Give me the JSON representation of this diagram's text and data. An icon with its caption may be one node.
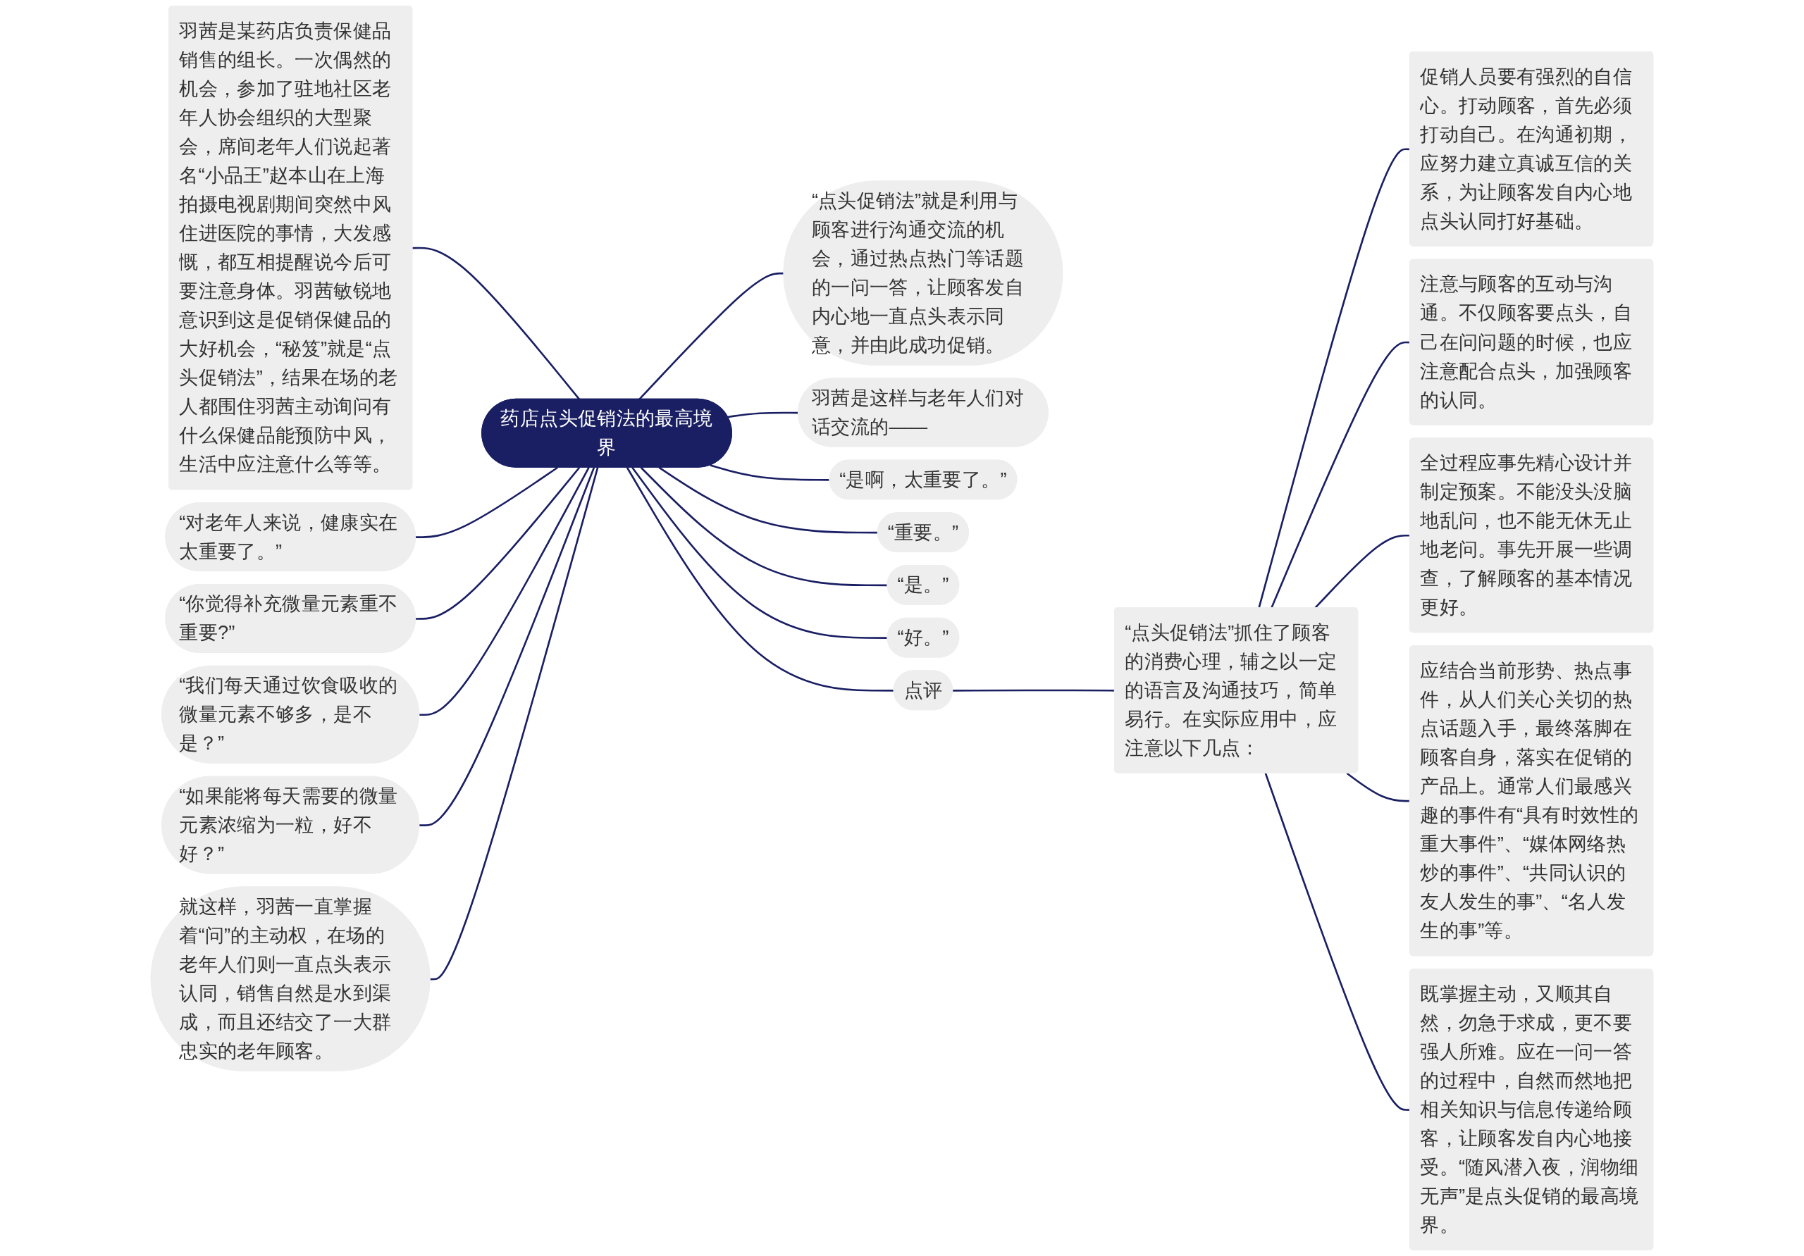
{
  "diagram": {
    "nodes": [
      {
        "text": [
          "药店点头促销法的最高境界"
        ]
      },
      {
        "text": [
          "羽茜是某药店负责保健品销售的组长。一次偶然的机会，参加了驻地社区老年人协会组织的大型聚会，席间老年人们说起著名“小品王”赵本山在上海拍摄电视剧期间突然中风住进医院的事情，大发感慨，都互相提醒说今后可要注意身体。羽茜敏锐地意识到这是促销保健品的大好机会，“秘笈”就是“点头促销法”，结果在场的老人都围住羽茜主动询问有什么保健品能预防中风，生活中应注意什么等等。"
        ]
      },
      {
        "text": [
          "“点头促销法”就是利用与顾客进行沟通交流的机会，通过热点热门等话题的一问一答，让顾客发自内心地一直点头表示同意，并由此成功促销。"
        ]
      },
      {
        "text": [
          "羽茜是这样与老年人们对话交流的——"
        ]
      },
      {
        "text": [
          "“对老年人来说，健康实在太重要了。”"
        ]
      },
      {
        "text": [
          "“是啊，太重要了。”"
        ]
      },
      {
        "text": [
          "“你觉得补充微量元素重不重要?”"
        ]
      },
      {
        "text": [
          "“重要。”"
        ]
      },
      {
        "text": [
          "“我们每天通过饮食吸收的微量元素不够多，是不是？”"
        ]
      },
      {
        "text": [
          "“是。”"
        ]
      },
      {
        "text": [
          "“如果能将每天需要的微量元素浓缩为一粒，好不好？”"
        ]
      },
      {
        "text": [
          "“好。”"
        ]
      },
      {
        "text": [
          "就这样，羽茜一直掌握着“问”的主动权，在场的老年人们则一直点头表示认同，销售自然是水到渠成，而且还结交了一大群忠实的老年顾客。"
        ]
      },
      {
        "text": [
          "点评"
        ]
      },
      {
        "text": [
          "“点头促销法”抓住了顾客的消费心理，辅之以一定的语言及沟通技巧，简单易行。在实际应用中，应注意以下几点："
        ]
      },
      {
        "text": [
          "促销人员要有强烈的自信心。打动顾客，首先必须打动自己。在沟通初期，应努力建立真诚互信的关系，为让顾客发自内心地点头认同打好基础。"
        ]
      },
      {
        "text": [
          "注意与顾客的互动与沟通。不仅顾客要点头，自己在问问题的时候，也应注意配合点头，加强顾客的认同。"
        ]
      },
      {
        "text": [
          "全过程应事先精心设计并制定预案。不能没头没脑地乱问，也不能无休无止地老问。事先开展一些调查，了解顾客的基本情况更好。"
        ]
      },
      {
        "text": [
          "应结合当前形势、热点事件，从人们关心关切的热点话题入手，最终落脚在顾客自身，落实在促销的产品上。通常人们最感兴趣的事件有“具有时效性的重大事件”、“媒体网络热炒的事件”、“共同认识的友人发生的事”、“名人发生的事”等。"
        ]
      },
      {
        "text": [
          "既掌握主动，又顺其自然，勿急于求成，更不要强人所难。应在一问一答的过程中，自然而然地把相关知识与信息传递给顾客，让顾客发自内心地接受。“随风潜入夜，润物细无声”是点头促销的最高境界。"
        ]
      }
    ],
    "edges": [
      {
        "from": 0,
        "to": 1,
        "arrow": "none"
      },
      {
        "from": 0,
        "to": 2,
        "arrow": "none"
      },
      {
        "from": 0,
        "to": 3,
        "arrow": "none"
      },
      {
        "from": 0,
        "to": 4,
        "arrow": "none"
      },
      {
        "from": 0,
        "to": 5,
        "arrow": "none"
      },
      {
        "from": 0,
        "to": 6,
        "arrow": "none"
      },
      {
        "from": 0,
        "to": 7,
        "arrow": "none"
      },
      {
        "from": 0,
        "to": 8,
        "arrow": "none"
      },
      {
        "from": 0,
        "to": 9,
        "arrow": "none"
      },
      {
        "from": 0,
        "to": 10,
        "arrow": "none"
      },
      {
        "from": 0,
        "to": 11,
        "arrow": "none"
      },
      {
        "from": 0,
        "to": 12,
        "arrow": "none"
      },
      {
        "from": 0,
        "to": 13,
        "arrow": "none"
      },
      {
        "from": 13,
        "to": 14,
        "arrow": "none"
      },
      {
        "from": 14,
        "to": 15,
        "arrow": "none"
      },
      {
        "from": 14,
        "to": 16,
        "arrow": "none"
      },
      {
        "from": 14,
        "to": 17,
        "arrow": "none"
      },
      {
        "from": 14,
        "to": 18,
        "arrow": "none"
      },
      {
        "from": 14,
        "to": 19,
        "arrow": "none"
      }
    ]
  }
}
